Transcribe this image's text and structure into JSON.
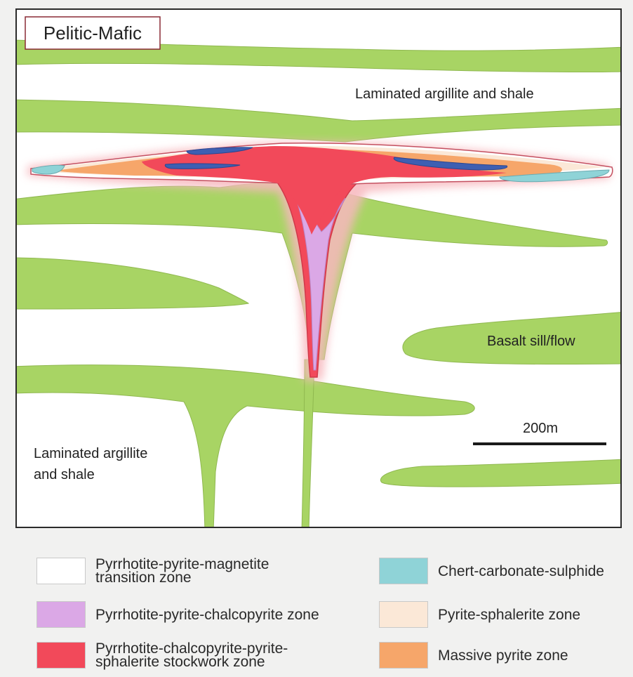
{
  "diagram": {
    "title": "Pelitic-Mafic",
    "labels": {
      "top_unit": "Laminated argillite and shale",
      "basalt": "Basalt sill/flow",
      "bottom_unit_line1": "Laminated argillite",
      "bottom_unit_line2": "and shale",
      "scale_bar": "200m"
    }
  },
  "legend": {
    "items": [
      {
        "label": "Pyrrhotite-pyrite-magnetite\ntransition zone",
        "color": "#ffffff"
      },
      {
        "label": "Chert-carbonate-sulphide",
        "color": "#8fd3d7"
      },
      {
        "label": "Pyrrhotite-pyrite-chalcopyrite zone",
        "color": "#dba8e6"
      },
      {
        "label": "Pyrite-sphalerite zone",
        "color": "#fbe8d7"
      },
      {
        "label": "Pyrrhotite-chalcopyrite-pyrite-\nsphalerite stockwork zone",
        "color": "#f2495a"
      },
      {
        "label": "Massive pyrite zone",
        "color": "#f6a66a"
      }
    ]
  },
  "colors": {
    "basalt": "#a8d464",
    "stockwork": "#f2495a",
    "massive_pyrite": "#f6a66a",
    "pyrite_sphalerite": "#fbe8d7",
    "chert": "#8fd3d7",
    "pyrrhotite_chalcopyrite": "#dba8e6",
    "magnetite_band": "#3e5fb2",
    "halo": "#f7b8be"
  }
}
